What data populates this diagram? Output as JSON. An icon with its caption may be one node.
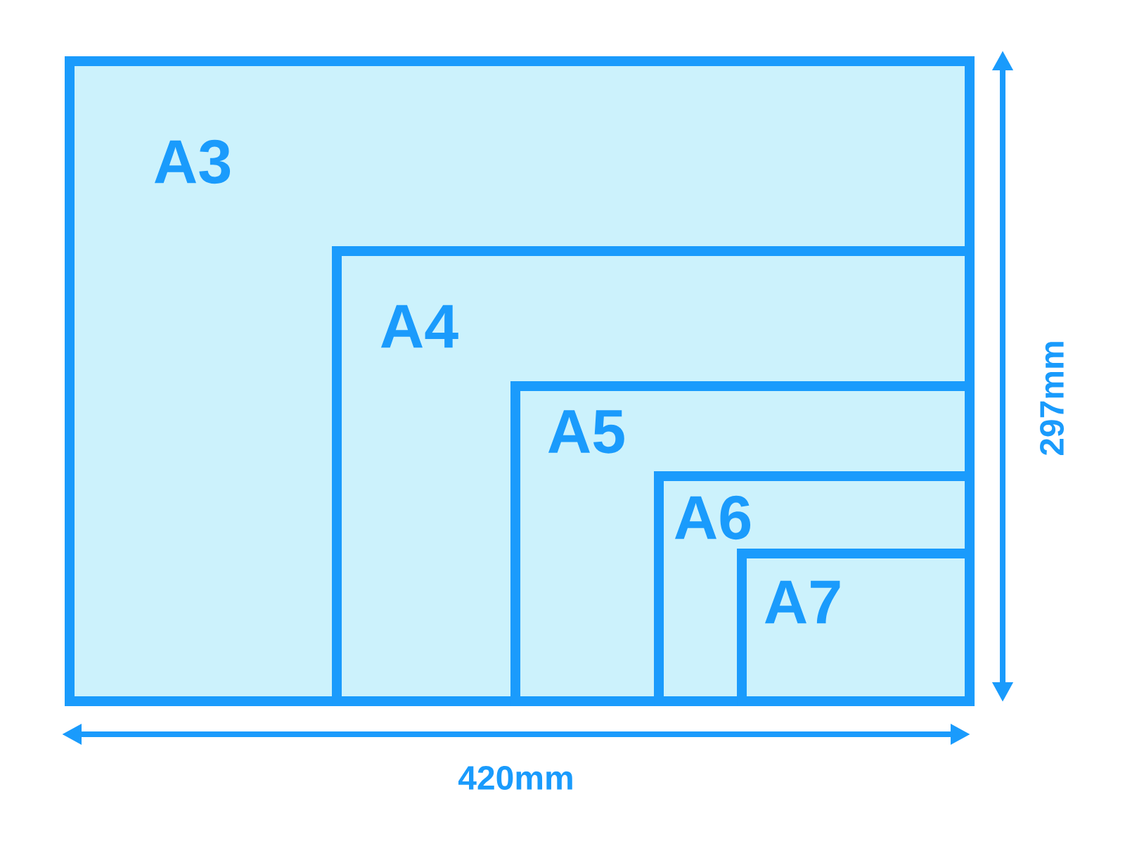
{
  "diagram": {
    "nodes": [
      {
        "text": [
          "A3"
        ]
      },
      {
        "text": [
          "A4"
        ],
        "in": 0
      },
      {
        "text": [
          "A5"
        ],
        "in": 1
      },
      {
        "text": [
          "A6"
        ],
        "in": 2
      },
      {
        "text": [
          "A7"
        ],
        "in": 3
      }
    ],
    "labels": [
      "420mm",
      "297mm"
    ]
  }
}
